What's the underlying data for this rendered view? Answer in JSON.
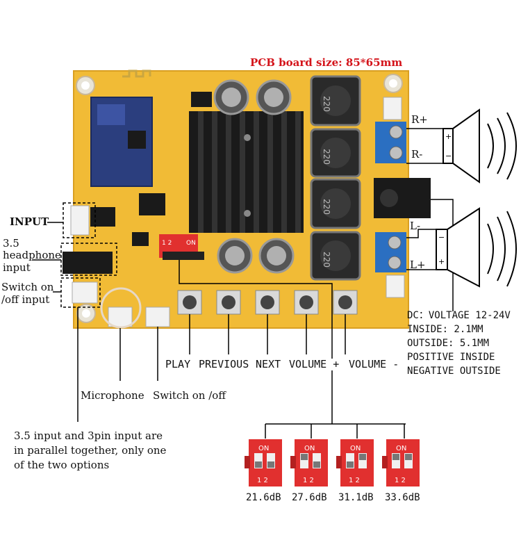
{
  "title": "PCB board size: 85*65mm",
  "colors": {
    "title": "#d4141b",
    "pcb": "#f1bb36",
    "heatsink": "#1a1a1a",
    "dip": "#e1302f",
    "terminal": "#2b6fc1"
  },
  "left_labels": {
    "input": "INPUT",
    "headphone": [
      "3.5",
      "headphone",
      "input"
    ],
    "switch_input": [
      "Switch on",
      "/off input"
    ]
  },
  "right_labels": {
    "r_plus": "R+",
    "r_minus": "R-",
    "l_minus": "L-",
    "l_plus": "L+",
    "power_spec": [
      "DC：VOLTAGE 12-24V",
      "INSIDE: 2.1MM",
      "OUTSIDE: 5.1MM",
      "POSITIVE INSIDE",
      "NEGATIVE OUTSIDE"
    ]
  },
  "button_labels": {
    "play": "PLAY",
    "previous": "PREVIOUS",
    "next": "NEXT",
    "volume_plus": "VOLUME +",
    "volume_minus": "VOLUME -"
  },
  "bottom_labels": {
    "microphone": "Microphone",
    "switch": "Switch on /off",
    "note": [
      "3.5 input and 3pin input are",
      "in parallel together, only one",
      "of the two options"
    ]
  },
  "dip_switch": {
    "on_label": "ON",
    "pin_label": "1 2",
    "board_marks": "1 2",
    "options": [
      "21.6dB",
      "27.6dB",
      "31.1dB",
      "33.6dB"
    ]
  },
  "components": {
    "inductor_marking": "220"
  }
}
